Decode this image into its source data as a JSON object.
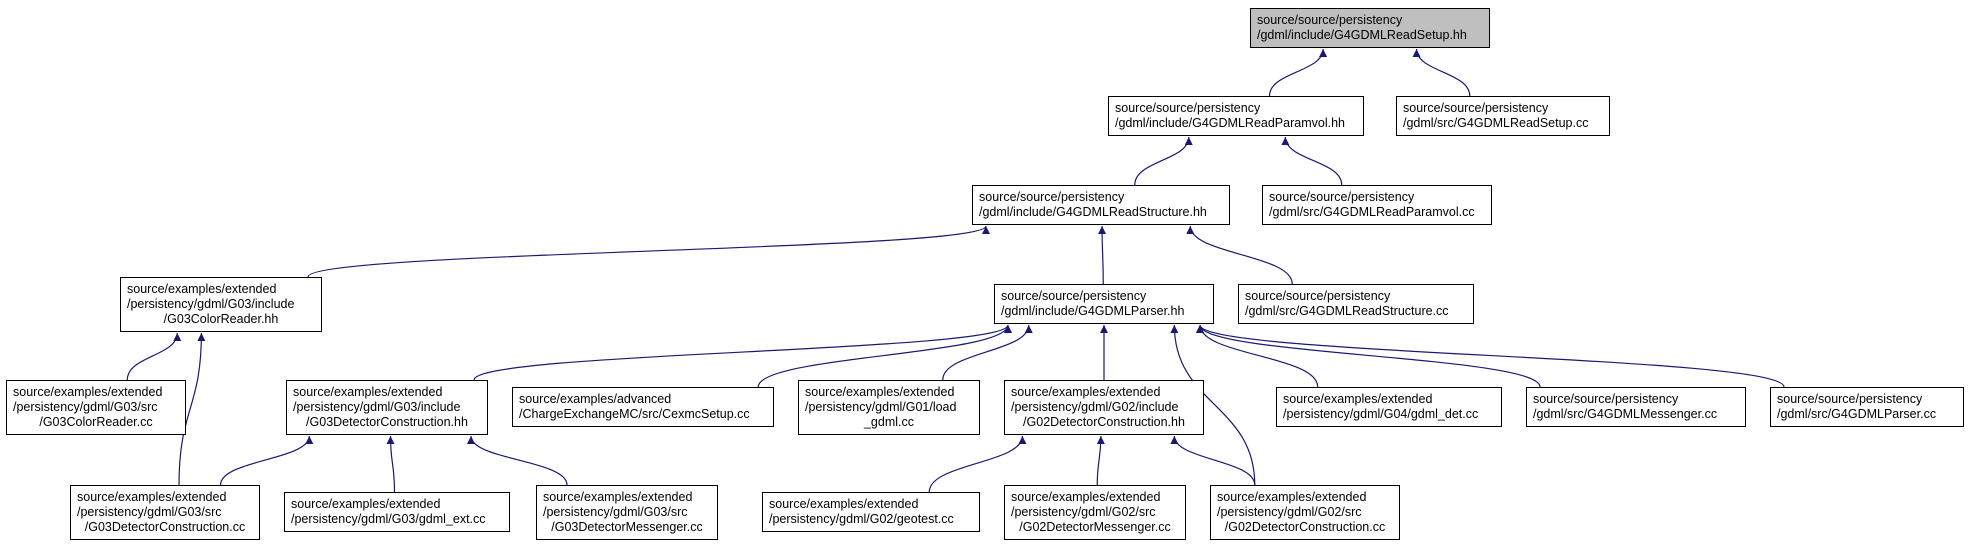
{
  "colors": {
    "edge": "#191970",
    "root_fill": "#bfbfbf",
    "node_fill": "#ffffff",
    "border": "#000000"
  },
  "nodes": {
    "read_setup_hh": {
      "lines": [
        "source/source/persistency",
        "/gdml/include/G4GDMLReadSetup.hh"
      ]
    },
    "read_paramvol_hh": {
      "lines": [
        "source/source/persistency",
        "/gdml/include/G4GDMLReadParamvol.hh"
      ]
    },
    "read_setup_cc": {
      "lines": [
        "source/source/persistency",
        "/gdml/src/G4GDMLReadSetup.cc"
      ]
    },
    "read_structure_hh": {
      "lines": [
        "source/source/persistency",
        "/gdml/include/G4GDMLReadStructure.hh"
      ]
    },
    "read_paramvol_cc": {
      "lines": [
        "source/source/persistency",
        "/gdml/src/G4GDMLReadParamvol.cc"
      ]
    },
    "g03_colorreader_hh": {
      "lines": [
        "source/examples/extended",
        "/persistency/gdml/G03/include",
        "/G03ColorReader.hh"
      ]
    },
    "parser_hh": {
      "lines": [
        "source/source/persistency",
        "/gdml/include/G4GDMLParser.hh"
      ]
    },
    "read_structure_cc": {
      "lines": [
        "source/source/persistency",
        "/gdml/src/G4GDMLReadStructure.cc"
      ]
    },
    "g03_colorreader_cc": {
      "lines": [
        "source/examples/extended",
        "/persistency/gdml/G03/src",
        "/G03ColorReader.cc"
      ]
    },
    "g03_detcons_hh": {
      "lines": [
        "source/examples/extended",
        "/persistency/gdml/G03/include",
        "/G03DetectorConstruction.hh"
      ]
    },
    "cexmc_setup_cc": {
      "lines": [
        "source/examples/advanced",
        "/ChargeExchangeMC/src/CexmcSetup.cc"
      ]
    },
    "g01_load_gdml_cc": {
      "lines": [
        "source/examples/extended",
        "/persistency/gdml/G01/load",
        "_gdml.cc"
      ]
    },
    "g02_detcons_hh": {
      "lines": [
        "source/examples/extended",
        "/persistency/gdml/G02/include",
        "/G02DetectorConstruction.hh"
      ]
    },
    "g04_gdml_det_cc": {
      "lines": [
        "source/examples/extended",
        "/persistency/gdml/G04/gdml_det.cc"
      ]
    },
    "messenger_cc": {
      "lines": [
        "source/source/persistency",
        "/gdml/src/G4GDMLMessenger.cc"
      ]
    },
    "parser_cc": {
      "lines": [
        "source/source/persistency",
        "/gdml/src/G4GDMLParser.cc"
      ]
    },
    "g03_detcons_cc": {
      "lines": [
        "source/examples/extended",
        "/persistency/gdml/G03/src",
        "/G03DetectorConstruction.cc"
      ]
    },
    "g03_gdml_ext_cc": {
      "lines": [
        "source/examples/extended",
        "/persistency/gdml/G03/gdml_ext.cc"
      ]
    },
    "g03_detmess_cc": {
      "lines": [
        "source/examples/extended",
        "/persistency/gdml/G03/src",
        "/G03DetectorMessenger.cc"
      ]
    },
    "g02_geotest_cc": {
      "lines": [
        "source/examples/extended",
        "/persistency/gdml/G02/geotest.cc"
      ]
    },
    "g02_detmess_cc": {
      "lines": [
        "source/examples/extended",
        "/persistency/gdml/G02/src",
        "/G02DetectorMessenger.cc"
      ]
    },
    "g02_detcons_cc": {
      "lines": [
        "source/examples/extended",
        "/persistency/gdml/G02/src",
        "/G02DetectorConstruction.cc"
      ]
    }
  },
  "edges": [
    [
      "read_setup_hh",
      "read_paramvol_hh"
    ],
    [
      "read_setup_hh",
      "read_setup_cc"
    ],
    [
      "read_paramvol_hh",
      "read_structure_hh"
    ],
    [
      "read_paramvol_hh",
      "read_paramvol_cc"
    ],
    [
      "read_structure_hh",
      "g03_colorreader_hh"
    ],
    [
      "read_structure_hh",
      "parser_hh"
    ],
    [
      "read_structure_hh",
      "read_structure_cc"
    ],
    [
      "g03_colorreader_hh",
      "g03_colorreader_cc"
    ],
    [
      "g03_colorreader_hh",
      "g03_detcons_cc"
    ],
    [
      "parser_hh",
      "g03_detcons_hh"
    ],
    [
      "parser_hh",
      "cexmc_setup_cc"
    ],
    [
      "parser_hh",
      "g01_load_gdml_cc"
    ],
    [
      "parser_hh",
      "g02_detcons_hh"
    ],
    [
      "parser_hh",
      "g02_detcons_cc"
    ],
    [
      "parser_hh",
      "g04_gdml_det_cc"
    ],
    [
      "parser_hh",
      "messenger_cc"
    ],
    [
      "parser_hh",
      "parser_cc"
    ],
    [
      "g03_detcons_hh",
      "g03_detcons_cc"
    ],
    [
      "g03_detcons_hh",
      "g03_gdml_ext_cc"
    ],
    [
      "g03_detcons_hh",
      "g03_detmess_cc"
    ],
    [
      "g02_detcons_hh",
      "g02_geotest_cc"
    ],
    [
      "g02_detcons_hh",
      "g02_detmess_cc"
    ],
    [
      "g02_detcons_hh",
      "g02_detcons_cc"
    ]
  ]
}
